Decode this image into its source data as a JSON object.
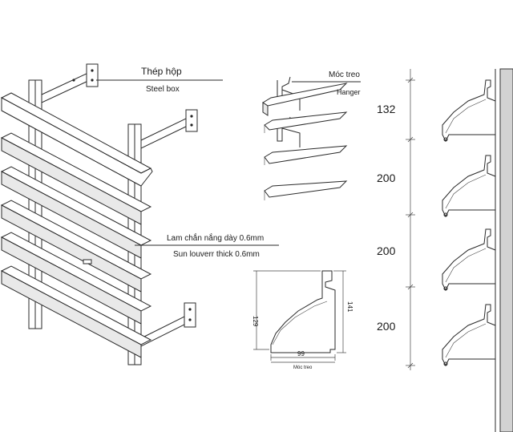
{
  "labels": {
    "steel_box_vi": "Thép hộp",
    "steel_box_en": "Steel box",
    "hanger_vi": "Móc treo",
    "hanger_en": "Hanger",
    "louver_vi": "Lam chắn nắng  dày 0.6mm",
    "louver_en": "Sun louverr thick 0.6mm"
  },
  "profile_dims": {
    "height_left": "129",
    "height_right": "141",
    "width": "99",
    "caption": "Móc treo"
  },
  "spacing_dims": [
    "132",
    "200",
    "200",
    "200"
  ]
}
